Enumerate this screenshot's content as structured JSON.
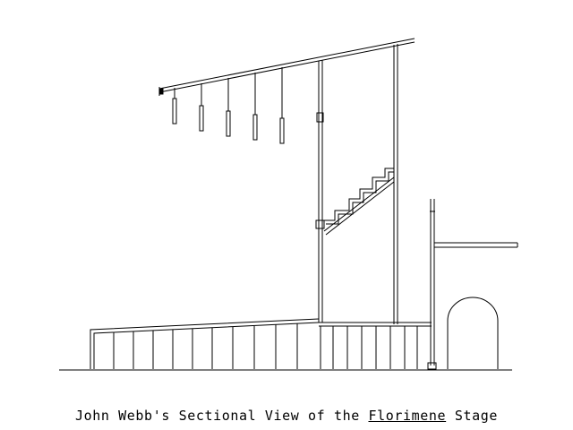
{
  "caption": {
    "before": "John Webb's Sectional View of the",
    "title": "Florimene",
    "after": "Stage"
  },
  "colors": {
    "line": "#000000",
    "background": "#ffffff"
  }
}
